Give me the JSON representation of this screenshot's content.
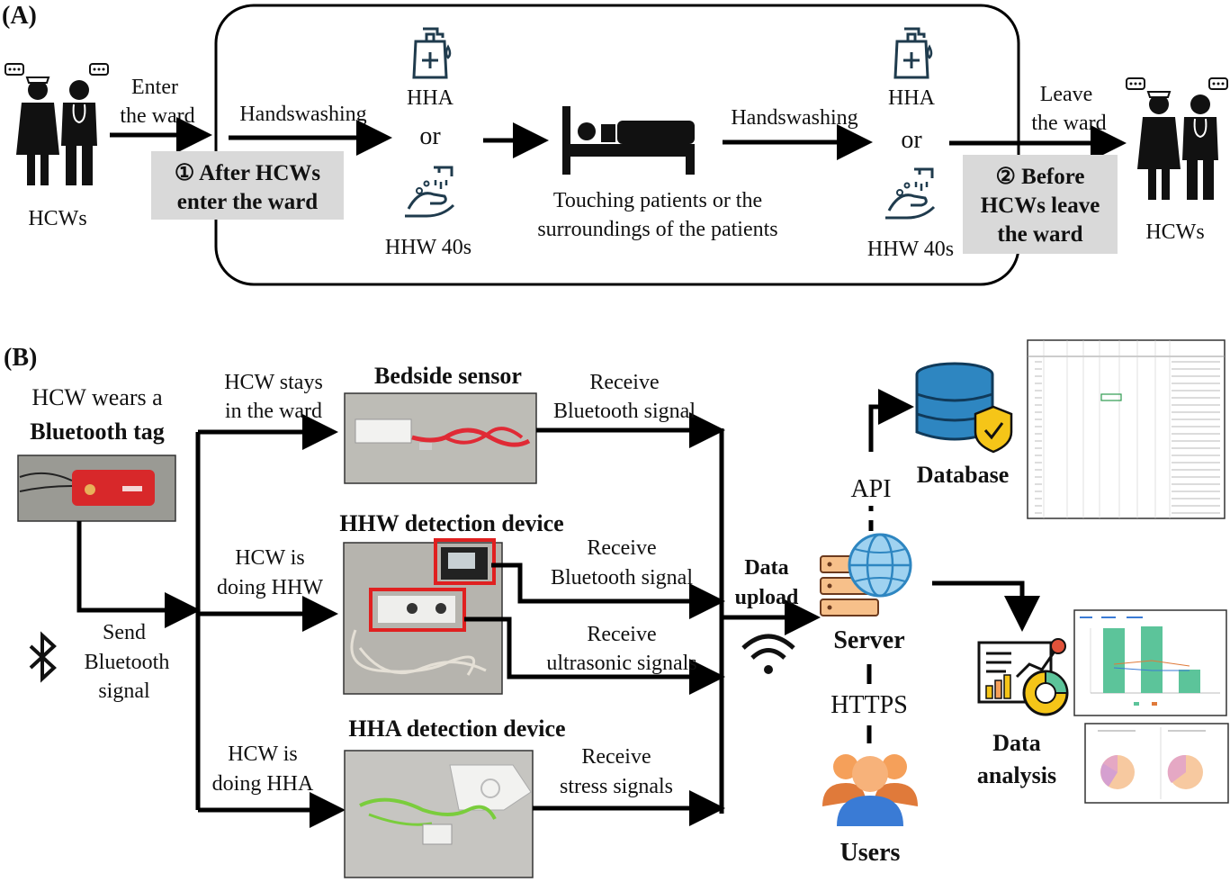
{
  "panel_a": {
    "label": "(A)",
    "hcws_left": "HCWs",
    "hcws_right": "HCWs",
    "enter_line1": "Enter",
    "enter_line2": "the ward",
    "leave_line1": "Leave",
    "leave_line2": "the ward",
    "moment1_line1": "① After HCWs",
    "moment1_line2": "enter the ward",
    "moment2_line1": "② Before",
    "moment2_line2": "HCWs leave",
    "moment2_line3": "the ward",
    "handwashing_1": "Handswashing",
    "handwashing_2": "Handswashing",
    "hha_1": "HHA",
    "or_1": "or",
    "hhw_1": "HHW 40s",
    "hha_2": "HHA",
    "or_2": "or",
    "hhw_2": "HHW 40s",
    "touch_line1": "Touching patients or the",
    "touch_line2": "surroundings of the patients"
  },
  "panel_b": {
    "label": "(B)",
    "tag_line1": "HCW wears a",
    "tag_line2": "Bluetooth tag",
    "send_line1": "Send",
    "send_line2": "Bluetooth",
    "send_line3": "signal",
    "stays_line1": "HCW stays",
    "stays_line2": "in the ward",
    "hhw_doing_line1": "HCW is",
    "hhw_doing_line2": "doing HHW",
    "hha_doing_line1": "HCW is",
    "hha_doing_line2": "doing HHA",
    "bedside_title": "Bedside sensor",
    "hhw_device_title": "HHW detection device",
    "hha_device_title": "HHA detection device",
    "recv_bt1_line1": "Receive",
    "recv_bt1_line2": "Bluetooth signal",
    "recv_bt2_line1": "Receive",
    "recv_bt2_line2": "Bluetooth signal",
    "recv_us_line1": "Receive",
    "recv_us_line2": "ultrasonic signals",
    "recv_stress_line1": "Receive",
    "recv_stress_line2": "stress signals",
    "upload_line1": "Data",
    "upload_line2": "upload",
    "server": "Server",
    "api": "API",
    "database": "Database",
    "https": "HTTPS",
    "users": "Users",
    "analysis_line1": "Data",
    "analysis_line2": "analysis"
  },
  "colors": {
    "moment_box": "#d9d9d9",
    "icon_navy": "#1f3b4d",
    "highlight_red": "#e02020",
    "db_blue": "#2e86c1",
    "shield_yellow": "#f5c518",
    "chart_green": "#5cc49a",
    "user_orange": "#f5a05a",
    "user_blue": "#3a7bd5"
  },
  "icons": [
    "nurse-icon",
    "doctor-icon",
    "sanitizer-icon",
    "hand-wash-icon",
    "bed-icon",
    "bluetooth-icon",
    "wifi-icon",
    "server-icon",
    "globe-icon",
    "database-icon",
    "shield-icon",
    "users-icon",
    "analysis-icon"
  ]
}
